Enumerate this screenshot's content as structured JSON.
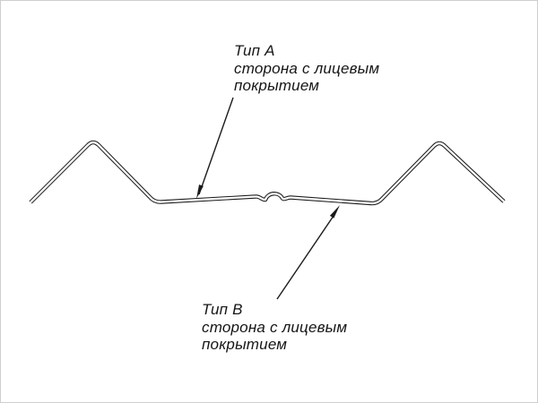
{
  "page": {
    "background": "#ffffff",
    "border_color": "#cfcfcf"
  },
  "diagram": {
    "type": "technical-profile-cross-section",
    "line_color": "#1b1b1b",
    "labels": {
      "type_a": {
        "title": "Тип А",
        "line1": "сторона с лицевым",
        "line2": "покрытием"
      },
      "type_b": {
        "title": "Тип В",
        "line1": "сторона с лицевым",
        "line2": "покрытием"
      }
    }
  }
}
